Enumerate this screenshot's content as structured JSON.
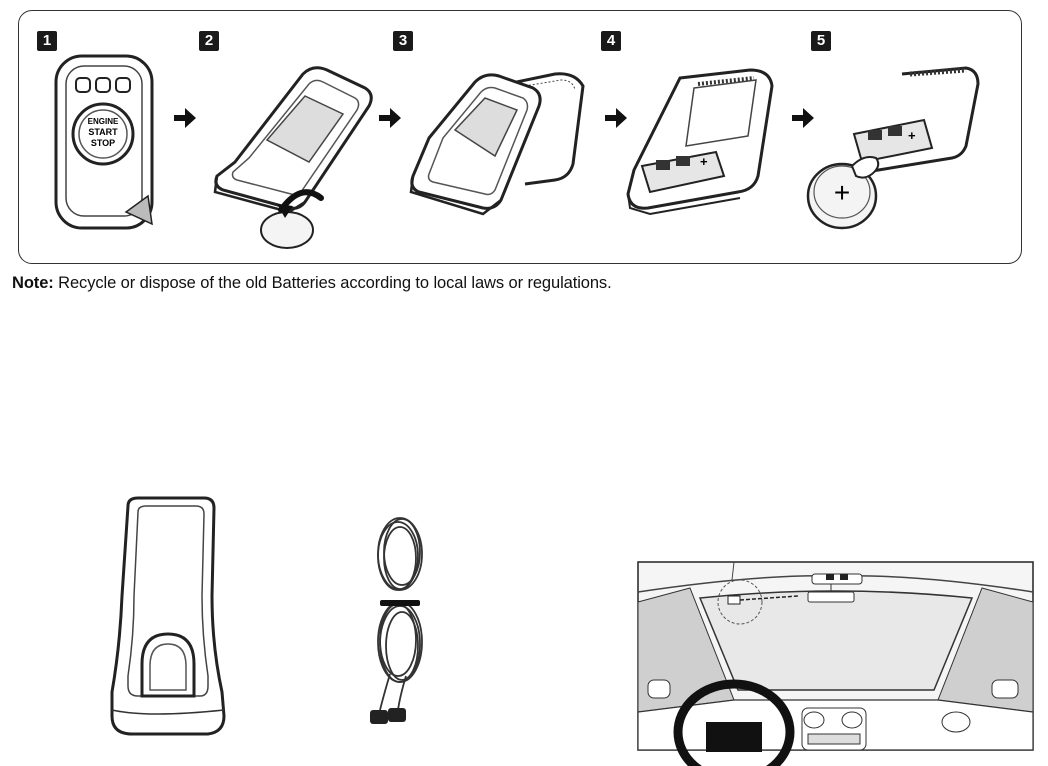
{
  "steps": [
    {
      "number": "1"
    },
    {
      "number": "2"
    },
    {
      "number": "3"
    },
    {
      "number": "4"
    },
    {
      "number": "5"
    }
  ],
  "remote_button": {
    "line1": "ENGINE",
    "line2": "START",
    "line3": "STOP"
  },
  "battery_symbol": "+",
  "note": {
    "label": "Note:",
    "text": " Recycle or dispose of the old Batteries according to local laws or regulations."
  }
}
